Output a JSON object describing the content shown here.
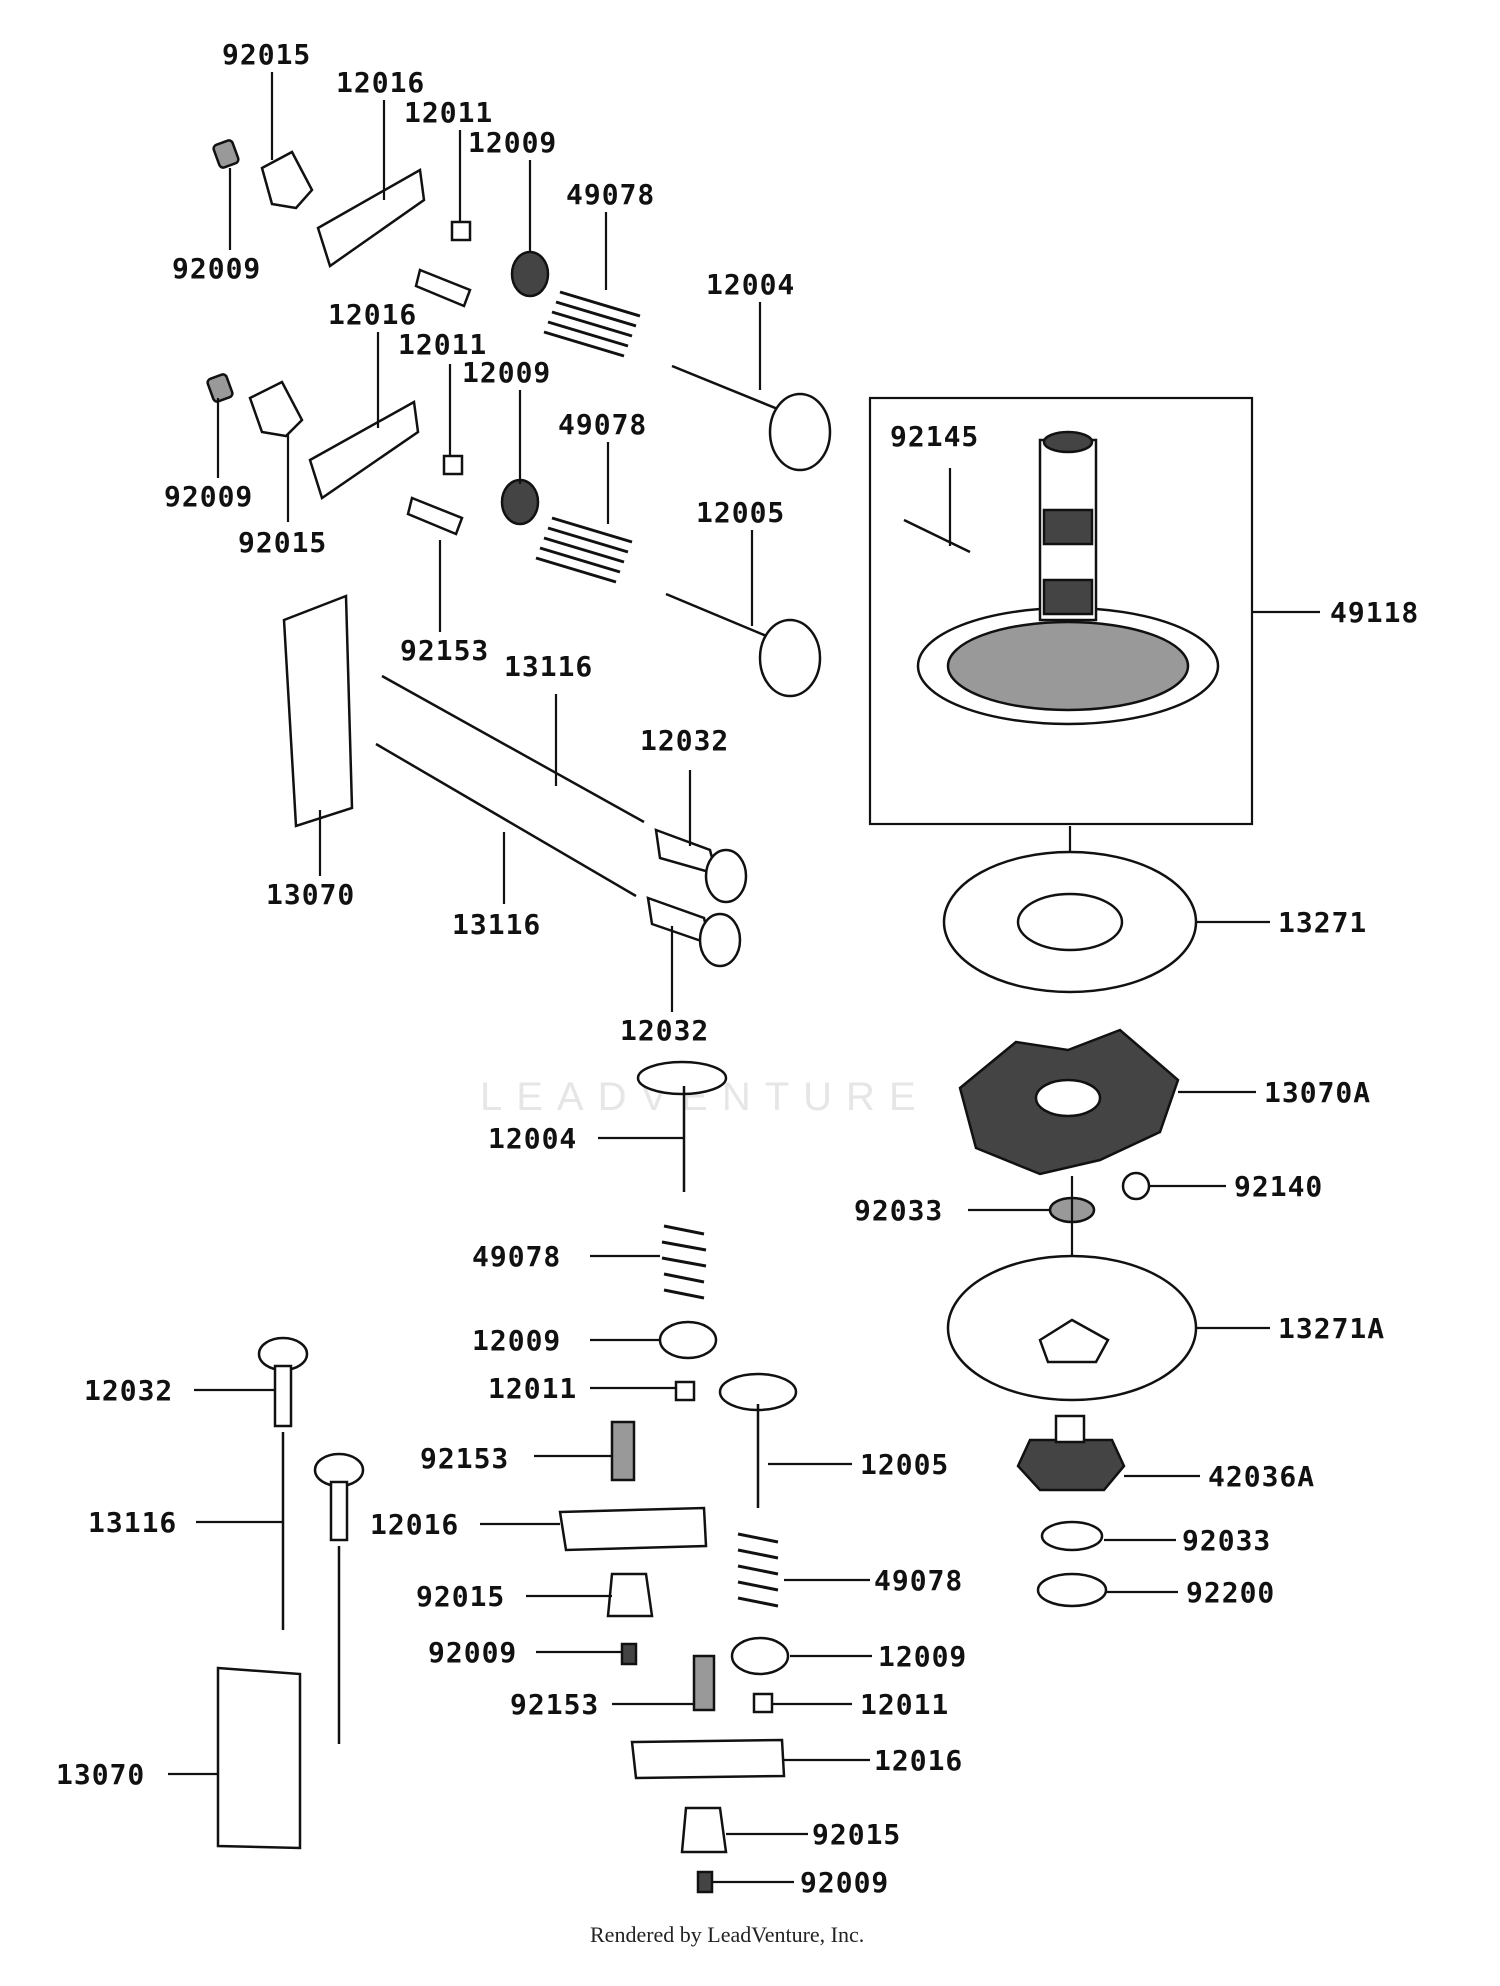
{
  "footer": "Rendered by LeadVenture, Inc.",
  "watermark": "LEADVENTURE",
  "callouts": [
    {
      "id": "c01",
      "text": "92015"
    },
    {
      "id": "c02",
      "text": "12016"
    },
    {
      "id": "c03",
      "text": "12011"
    },
    {
      "id": "c04",
      "text": "12009"
    },
    {
      "id": "c05",
      "text": "92009"
    },
    {
      "id": "c06",
      "text": "49078"
    },
    {
      "id": "c07",
      "text": "12004"
    },
    {
      "id": "c08",
      "text": "12016"
    },
    {
      "id": "c09",
      "text": "12011"
    },
    {
      "id": "c10",
      "text": "12009"
    },
    {
      "id": "c11",
      "text": "92009"
    },
    {
      "id": "c12",
      "text": "49078"
    },
    {
      "id": "c13",
      "text": "92015"
    },
    {
      "id": "c14",
      "text": "12005"
    },
    {
      "id": "c15",
      "text": "92153"
    },
    {
      "id": "c16",
      "text": "13116"
    },
    {
      "id": "c17",
      "text": "12032"
    },
    {
      "id": "c18",
      "text": "13070"
    },
    {
      "id": "c19",
      "text": "13116"
    },
    {
      "id": "c20",
      "text": "12032"
    },
    {
      "id": "c21",
      "text": "92145"
    },
    {
      "id": "c22",
      "text": "49118"
    },
    {
      "id": "c23",
      "text": "13271"
    },
    {
      "id": "c24",
      "text": "13070A"
    },
    {
      "id": "c25",
      "text": "12004"
    },
    {
      "id": "c26",
      "text": "92140"
    },
    {
      "id": "c27",
      "text": "92033"
    },
    {
      "id": "c28",
      "text": "49078"
    },
    {
      "id": "c29",
      "text": "13271A"
    },
    {
      "id": "c30",
      "text": "12009"
    },
    {
      "id": "c31",
      "text": "12032"
    },
    {
      "id": "c32",
      "text": "12011"
    },
    {
      "id": "c33",
      "text": "92153"
    },
    {
      "id": "c34",
      "text": "12005"
    },
    {
      "id": "c35",
      "text": "42036A"
    },
    {
      "id": "c36",
      "text": "13116"
    },
    {
      "id": "c37",
      "text": "12016"
    },
    {
      "id": "c38",
      "text": "92033"
    },
    {
      "id": "c39",
      "text": "92015"
    },
    {
      "id": "c40",
      "text": "49078"
    },
    {
      "id": "c41",
      "text": "92200"
    },
    {
      "id": "c42",
      "text": "92009"
    },
    {
      "id": "c43",
      "text": "12009"
    },
    {
      "id": "c44",
      "text": "92153"
    },
    {
      "id": "c45",
      "text": "12011"
    },
    {
      "id": "c46",
      "text": "13070"
    },
    {
      "id": "c47",
      "text": "12016"
    },
    {
      "id": "c48",
      "text": "92015"
    },
    {
      "id": "c49",
      "text": "92009"
    }
  ]
}
